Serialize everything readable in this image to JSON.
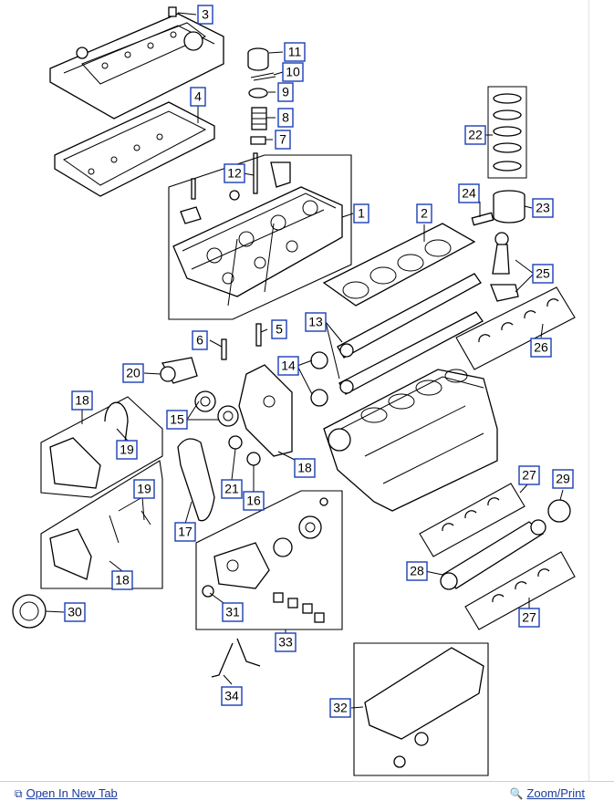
{
  "diagram": {
    "callouts": [
      "1",
      "2",
      "3",
      "4",
      "5",
      "6",
      "7",
      "8",
      "9",
      "10",
      "11",
      "12",
      "13",
      "14",
      "15",
      "16",
      "17",
      "18",
      "18",
      "18",
      "19",
      "19",
      "20",
      "21",
      "22",
      "23",
      "24",
      "25",
      "26",
      "27",
      "27",
      "28",
      "29",
      "30",
      "31",
      "32",
      "33",
      "34"
    ]
  },
  "footer": {
    "open_in_new_tab": "Open In New Tab",
    "zoom_print": "Zoom/Print",
    "open_icon": "external-tab-icon",
    "zoom_icon": "magnifier-icon"
  },
  "colors": {
    "callout_border": "#1a3fb5",
    "link": "#1a3a9c"
  }
}
